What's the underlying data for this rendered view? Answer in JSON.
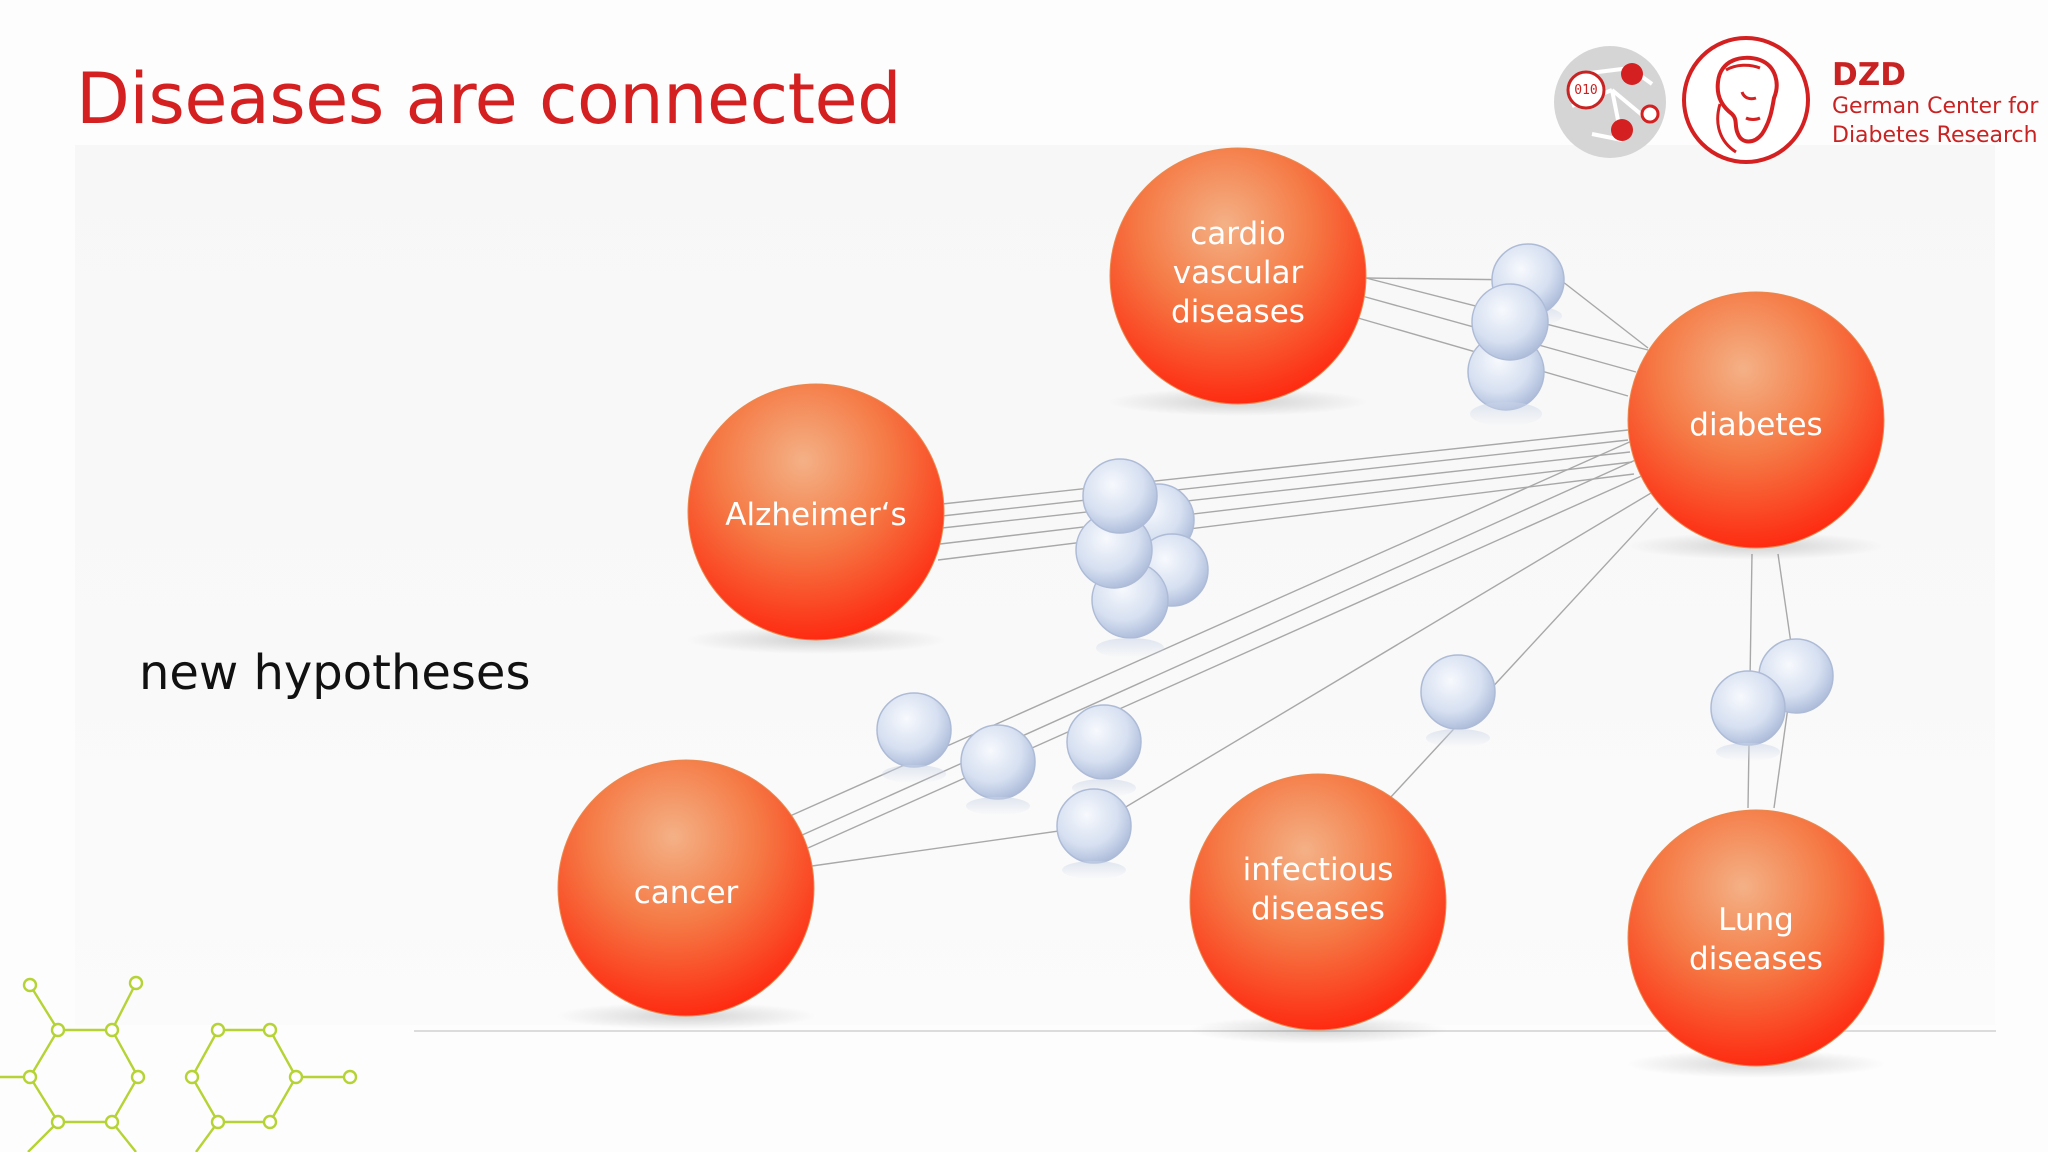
{
  "slide": {
    "title": "Diseases are connected",
    "subtitle": "new hypotheses"
  },
  "logo": {
    "abbreviation": "DZD",
    "name_line1": "German Center for",
    "name_line2": "Diabetes Research",
    "icons": [
      "network-graph-icon",
      "portrait-seal-icon"
    ]
  },
  "diagram": {
    "nodes": [
      {
        "id": "cardio",
        "lines": [
          "cardio",
          "vascular",
          "diseases"
        ]
      },
      {
        "id": "diabetes",
        "lines": [
          "diabetes"
        ]
      },
      {
        "id": "alzheimers",
        "lines": [
          "Alzheimer‘s"
        ]
      },
      {
        "id": "cancer",
        "lines": [
          "cancer"
        ]
      },
      {
        "id": "infectious",
        "lines": [
          "infectious",
          "diseases"
        ]
      },
      {
        "id": "lung",
        "lines": [
          "Lung",
          "diseases"
        ]
      }
    ],
    "links": [
      [
        "cardio",
        "diabetes"
      ],
      [
        "cardio",
        "diabetes"
      ],
      [
        "cardio",
        "diabetes"
      ],
      [
        "alzheimers",
        "diabetes"
      ],
      [
        "alzheimers",
        "diabetes"
      ],
      [
        "alzheimers",
        "diabetes"
      ],
      [
        "alzheimers",
        "diabetes"
      ],
      [
        "alzheimers",
        "diabetes"
      ],
      [
        "cancer",
        "diabetes"
      ],
      [
        "cancer",
        "diabetes"
      ],
      [
        "cancer",
        "diabetes"
      ],
      [
        "cancer",
        "diabetes"
      ],
      [
        "infectious",
        "diabetes"
      ],
      [
        "lung",
        "diabetes"
      ],
      [
        "lung",
        "diabetes"
      ]
    ],
    "colors": {
      "node_top": "#f2a878",
      "node_bottom": "#ff2a0e",
      "small_sphere": "#c5d3ea",
      "line": "#a8a8a8",
      "title": "#d42020",
      "molecule": "#b5d334"
    }
  }
}
